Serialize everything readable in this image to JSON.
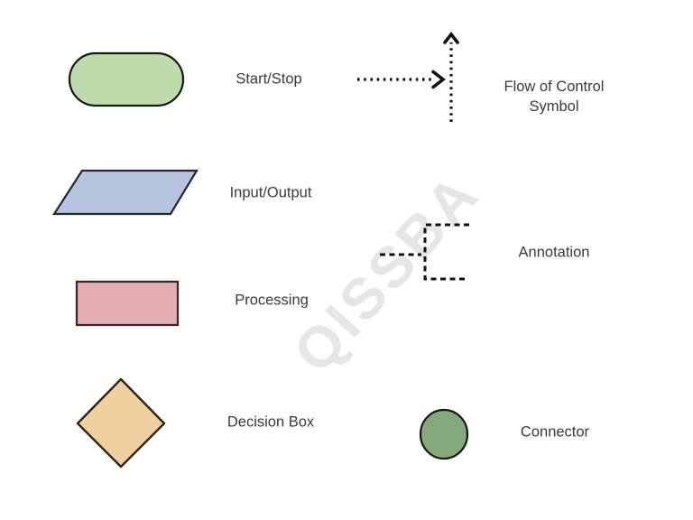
{
  "canvas": {
    "background": "#ffffff",
    "text_color": "#3b3b3b"
  },
  "watermark": {
    "text": "QISSBA",
    "color": "#e7e5e5"
  },
  "legend": {
    "start_stop": {
      "label": "Start/Stop",
      "shape": "stadium",
      "fill": "#bcdcab",
      "stroke": "#161616"
    },
    "input_output": {
      "label": "Input/Output",
      "shape": "parallelogram",
      "fill": "#b5c3de",
      "stroke": "#23272f"
    },
    "processing": {
      "label": "Processing",
      "shape": "rectangle",
      "fill": "#e4adb0",
      "stroke": "#3c2424"
    },
    "decision": {
      "label": "Decision Box",
      "shape": "diamond",
      "fill": "#f0cfa0",
      "stroke": "#30220f"
    },
    "flow_of_control": {
      "label_line1": "Flow of Control",
      "label_line2": "Symbol",
      "shape": "dotted-arrows",
      "stroke": "#111111"
    },
    "annotation": {
      "label": "Annotation",
      "shape": "dashed-bracket",
      "stroke": "#111111"
    },
    "connector": {
      "label": "Connector",
      "shape": "circle",
      "fill": "#84aa7c",
      "stroke": "#161616"
    }
  }
}
